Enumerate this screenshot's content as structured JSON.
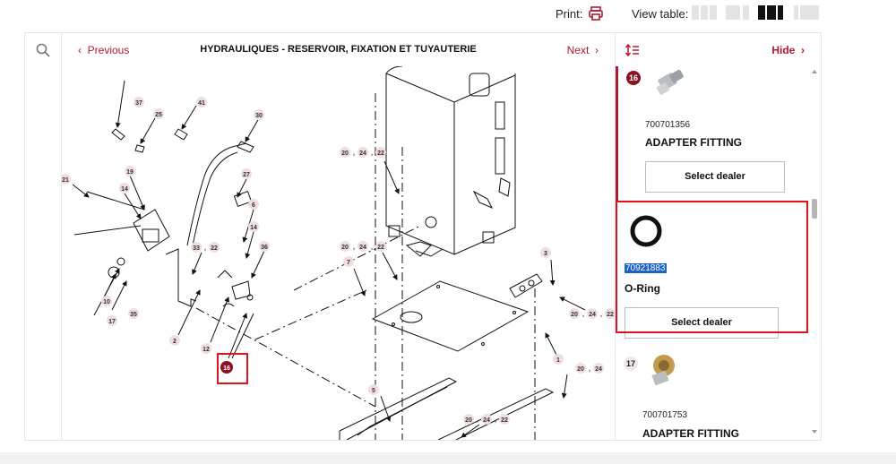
{
  "toolbar": {
    "print_label": "Print:",
    "print_icon": "printer-icon",
    "view_table_label": "View table:"
  },
  "diagram_header": {
    "previous_label": "Previous",
    "title": "HYDRAULIQUES - RESERVOIR, FIXATION ET TUYAUTERIE",
    "next_label": "Next"
  },
  "callouts": {
    "c37": "37",
    "c25": "25",
    "c41": "41",
    "c30": "30",
    "c19": "19",
    "c14a": "14",
    "c27": "27",
    "c21": "21",
    "c6": "6",
    "c14b": "14",
    "c33": "33",
    "c22a": "22",
    "c36": "36",
    "c10": "10",
    "c35": "35",
    "c17": "17",
    "c2": "2",
    "c12": "12",
    "c16": "16",
    "g1": [
      "20",
      "24",
      "22"
    ],
    "g2": [
      "20",
      "24",
      "22"
    ],
    "g3": [
      "20",
      "24",
      "22"
    ],
    "g4": [
      "20",
      "24",
      "22"
    ],
    "g5": [
      "20",
      "24"
    ],
    "c7": "7",
    "c3": "3",
    "c1": "1",
    "c5": "5"
  },
  "panel": {
    "hide_label": "Hide",
    "items": [
      {
        "number": "16",
        "part_no": "700701356",
        "name": "ADAPTER FITTING",
        "button": "Select dealer"
      },
      {
        "part_no": "70921883",
        "name": "O-Ring",
        "button": "Select dealer"
      },
      {
        "number": "17",
        "part_no": "700701753",
        "name": "ADAPTER FITTING"
      }
    ]
  },
  "colors": {
    "accent": "#b01a2e",
    "selection_box": "#e0121b"
  }
}
